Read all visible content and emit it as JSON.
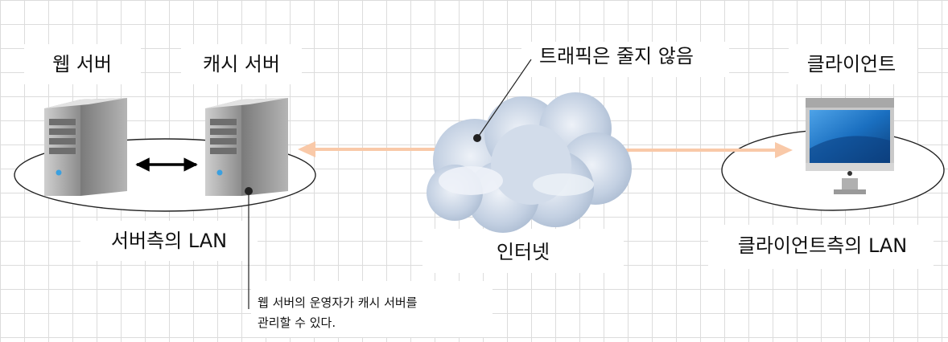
{
  "labels": {
    "web_server": "웹 서버",
    "cache_server": "캐시 서버",
    "client": "클라이언트",
    "traffic_note": "트래픽은 줄지 않음",
    "server_lan": "서버측의 LAN",
    "internet": "인터넷",
    "client_lan": "클라이언트측의 LAN",
    "cache_note_line1": "웹 서버의 운영자가 캐시 서버를",
    "cache_note_line2": "관리할 수 있다."
  },
  "colors": {
    "traffic_arrow": "#f9c9a8",
    "server_body": "#9a9a9a",
    "cloud": "#c9d6e6",
    "screen": "#1a73c4"
  }
}
